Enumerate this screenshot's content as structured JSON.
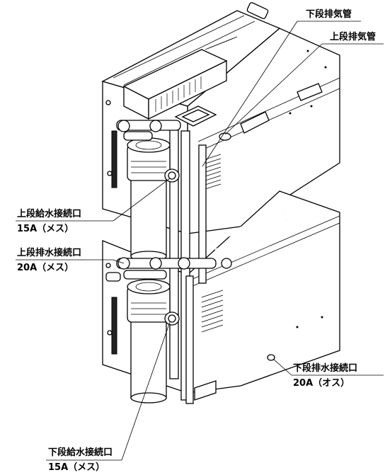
{
  "labels": {
    "lower_exhaust": "下段排気管",
    "upper_exhaust": "上段排気管",
    "upper_supply_title": "上段給水接続口",
    "upper_supply_size": "15A（メス）",
    "upper_drain_title": "上段排水接続口",
    "upper_drain_size": "20A（メス）",
    "lower_drain_title": "下段排水接続口",
    "lower_drain_size": "20A（オス）",
    "lower_supply_title": "下段給水接続口",
    "lower_supply_size": "15A（メス）"
  }
}
